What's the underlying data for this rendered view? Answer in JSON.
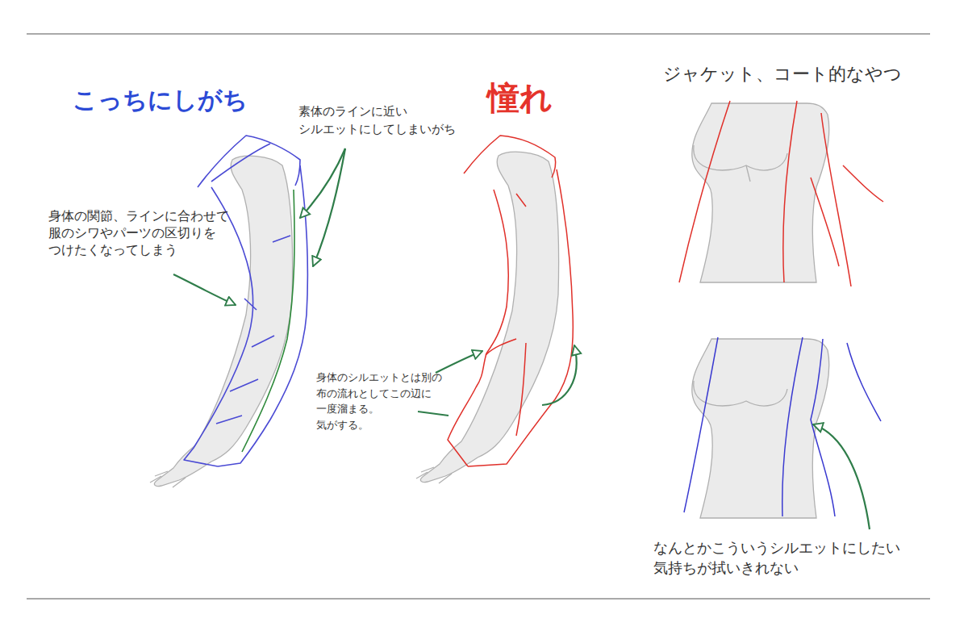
{
  "diagram": {
    "labels": [
      "こっちにしがち",
      "素体のラインに近い シルエットにしてしまいがち",
      "身体の関節、ラインに合わせて 服のシワやパーツの区切りを つけたくなってしまう",
      "憧れ",
      "身体のシルエットとは別の 布の流れとしてこの辺に 一度溜まる。 気がする。",
      "ジャケット、コート的なやつ",
      "なんとかこういうシルエットにしたい 気持ちが拭いきれない"
    ]
  }
}
